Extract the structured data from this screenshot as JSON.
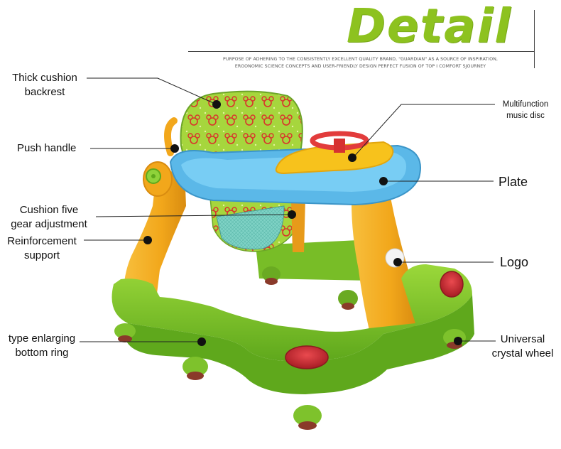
{
  "header": {
    "title": "Detail",
    "tagline_line1": "PURPOSE OF ADHERING TO THE CONSISTENTLY EXCELLENT QUALITY BRAND, \"GUARDIAN\" AS A SOURCE OF INSPIRATION,",
    "tagline_line2": "ERGONOMIC SCIENCE CONCEPTS AND USER-FRIENDLY DESIGN PERFECT FUSION OF TOP I COMFORT SJOURNEY"
  },
  "labels": {
    "backrest_l1": "Thick cushion",
    "backrest_l2": "backrest",
    "push_handle": "Push handle",
    "gear_l1": "Cushion five",
    "gear_l2": "gear adjustment",
    "reinforce_l1": "Reinforcement",
    "reinforce_l2": "support",
    "ring_l1": "type enlarging",
    "ring_l2": "bottom ring",
    "music_l1": "Multifunction",
    "music_l2": "music disc",
    "plate": "Plate",
    "logo": "Logo",
    "wheel_l1": "Universal",
    "wheel_l2": "crystal wheel"
  },
  "colors": {
    "title_green": "#8dc21f",
    "frame_green": "#7fc424",
    "leg_orange": "#f2a71b",
    "tray_blue": "#5bb8e8",
    "disc_yellow": "#f7c21c",
    "wheel_red": "#c6262e",
    "cushion_green": "#9fd23a",
    "cushion_print": "#d9342b"
  }
}
